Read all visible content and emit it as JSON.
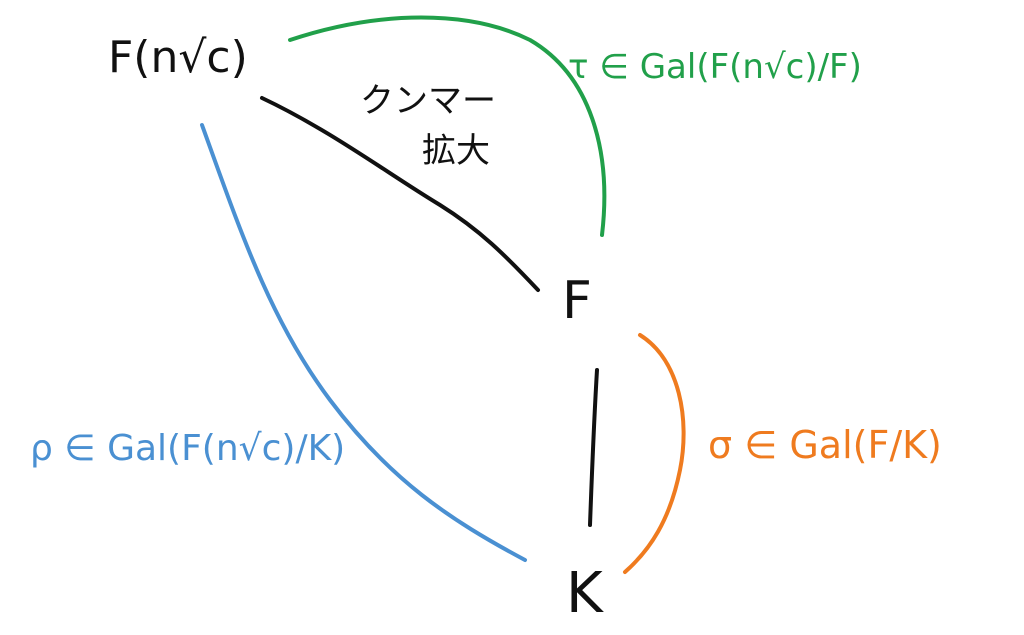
{
  "nodes": {
    "top": "F(n√c)",
    "middle": "F",
    "bottom": "K"
  },
  "edge_labels": {
    "kummer_line1": "クンマー",
    "kummer_line2": "拡大"
  },
  "groups": {
    "tau": "τ ∈ Gal(F(n√c)/F)",
    "sigma": "σ ∈ Gal(F/K)",
    "rho": "ρ ∈ Gal(F(n√c)/K)"
  },
  "colors": {
    "ink": "#111111",
    "green": "#21a04a",
    "orange": "#ef7b1f",
    "blue": "#4a90d2"
  }
}
